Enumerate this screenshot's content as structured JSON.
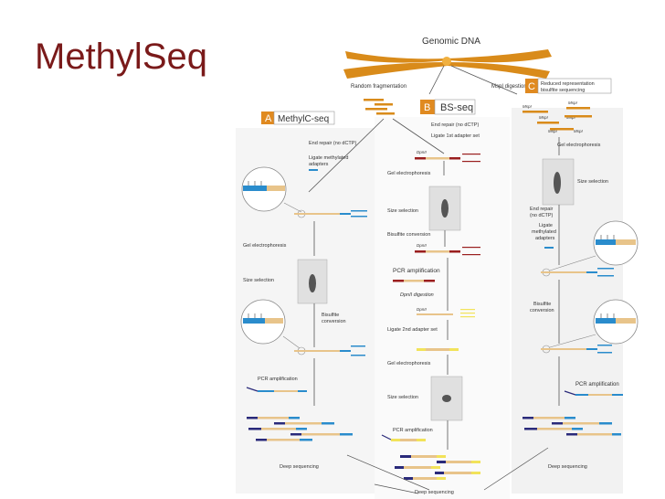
{
  "slide": {
    "title": "MethylSeq"
  },
  "colors": {
    "title": "#7a1a1a",
    "chromosome": "#d98b1a",
    "panel_letter": "#e08a20",
    "blue": "#2a8ccc",
    "tan": "#e8c48a",
    "red": "#9a1e1e",
    "yellow": "#f2e35a",
    "navy": "#2a2a7a"
  },
  "figure": {
    "genomic_dna": "Genomic DNA",
    "random_fragmentation": "Random fragmentation",
    "mspi_digestion": "MspI digestion",
    "panel_a": {
      "letter": "A",
      "title": "MethylC-seq",
      "steps": [
        "End repair (no dCTP)",
        "Ligate methylated",
        "adapters",
        "Gel electrophoresis",
        "Size selection",
        "Bisulfite",
        "conversion",
        "PCR amplification",
        "Deep sequencing"
      ]
    },
    "panel_b": {
      "letter": "B",
      "title": "BS-seq",
      "steps": [
        "End repair (no dCTP)",
        "Ligate 1st adapter set",
        "Gel electrophoresis",
        "Size selection",
        "Bisulfite conversion",
        "PCR amplification",
        "DpnII digestion",
        "Ligate 2nd adapter set",
        "Gel electrophoresis",
        "Size selection",
        "PCR amplification",
        "Deep sequencing"
      ],
      "dpnii": "DpnII"
    },
    "panel_c": {
      "letter": "C",
      "title_line1": "Reduced representation",
      "title_line2": "bisulfite sequencing",
      "steps": [
        "Gel electrophoresis",
        "Size selection",
        "End repair",
        "(no dCTP)",
        "Ligate",
        "methylated",
        "adapters",
        "Bisulfite",
        "conversion",
        "PCR amplification",
        "Deep sequencing"
      ],
      "mspi": "MspI"
    }
  }
}
